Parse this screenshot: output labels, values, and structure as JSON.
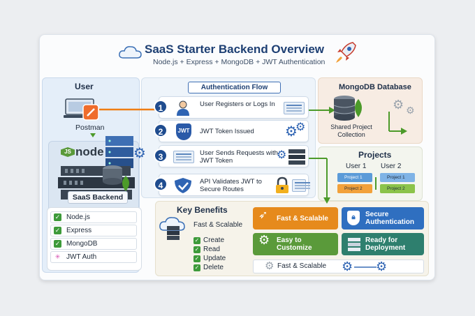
{
  "title": "SaaS Starter Backend Overview",
  "subtitle": "Node.js + Express + MongoDB + JWT Authentication",
  "user_panel": {
    "heading": "User",
    "postman_label": "Postman",
    "node_logo": "node",
    "node_badge": "JS",
    "backend_label": "SaaS Backend",
    "stack": [
      "Node.js",
      "Express",
      "MongoDB",
      "JWT Auth"
    ]
  },
  "auth_flow": {
    "heading": "Authentication Flow",
    "steps": [
      {
        "num": "1",
        "text": "User Registers or Logs In"
      },
      {
        "num": "2",
        "text": "JWT Token Issued",
        "badge": "JWT"
      },
      {
        "num": "3",
        "text": "User Sends Requests with JWT Token"
      },
      {
        "num": "4",
        "text": "API Validates JWT to Secure Routes"
      }
    ]
  },
  "database": {
    "heading": "MongoDB Database",
    "label": "Shared Project Collection"
  },
  "projects": {
    "heading": "Projects",
    "user1": "User 1",
    "user2": "User 2",
    "user1_items": [
      "Project 1",
      "Project 2"
    ],
    "user2_items": [
      "Project 1",
      "Project 2"
    ]
  },
  "benefits": {
    "heading": "Key Benefits",
    "scalable_label": "Fast & Scalable",
    "crud": [
      "Create",
      "Read",
      "Update",
      "Delete"
    ],
    "cards": [
      "Fast & Scalable",
      "Secure Authentication",
      "Easy to Customize",
      "Ready for Deployment"
    ],
    "footer": "Fast & Scalable"
  },
  "colors": {
    "title": "#1d3f73",
    "orange": "#e68a1c",
    "blue": "#2f64b3",
    "green": "#5a9a3a",
    "teal": "#2e7f6e",
    "arrow_green": "#4c9a2a",
    "arrow_orange": "#ef7d14"
  },
  "icons": [
    "cloud-icon",
    "rocket-icon",
    "laptop-icon",
    "server-icon",
    "gear-icon",
    "shield-icon",
    "lock-icon",
    "database-icon",
    "leaf-icon",
    "check-icon"
  ]
}
